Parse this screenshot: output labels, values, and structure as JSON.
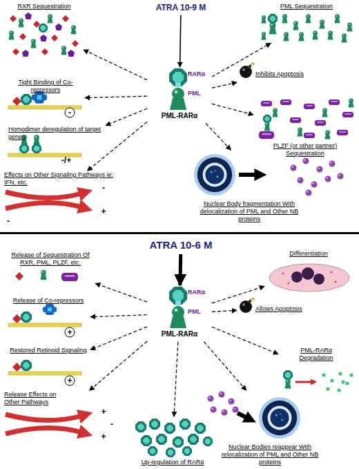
{
  "diagram": {
    "nodes": [
      {
        "text": [
          "ATRA 10-9 M"
        ]
      },
      {
        "text": [
          "RARα",
          "PML",
          "PML-RARα"
        ]
      },
      {
        "text": [
          "RXR Sequestration"
        ]
      },
      {
        "text": [
          "Tight Binding of Co-repressors"
        ]
      },
      {
        "text": [
          "Homodimer deregulation of target genes"
        ]
      },
      {
        "text": [
          "Effects on Other Signaling Pathways ie: IFN, etc."
        ]
      },
      {
        "text": [
          "PML Sequestration"
        ]
      },
      {
        "text": [
          "Inhibits Apoptosis"
        ]
      },
      {
        "text": [
          "PLZF (or other partner) Sequestration"
        ]
      },
      {
        "text": [
          "Nuclear Body fragmentation With delocalization of PML and Other NB proteins"
        ]
      },
      {
        "text": [
          "ATRA 10-6 M"
        ]
      },
      {
        "text": [
          "RARα",
          "PML",
          "PML-RARα"
        ]
      },
      {
        "text": [
          "Release of Sequestration Of RXR, PML, PLZF, etc."
        ]
      },
      {
        "text": [
          "Release of Co-repressors"
        ]
      },
      {
        "text": [
          "Restored Retinoid Signaling"
        ]
      },
      {
        "text": [
          "Release Effects on Other Pathways"
        ]
      },
      {
        "text": [
          "Up-regulation of RARα"
        ]
      },
      {
        "text": [
          "Differentiation"
        ]
      },
      {
        "text": [
          "Allows Apoptosis"
        ]
      },
      {
        "text": [
          "PML-RARα Degradation"
        ]
      },
      {
        "text": [
          "Nuclear Bodies reappear With relocalization of PML and Other NB proteins"
        ]
      }
    ],
    "edges": [
      {
        "from": 0,
        "to": 1,
        "arrow": "to"
      },
      {
        "from": 1,
        "to": 2,
        "arrow": "to"
      },
      {
        "from": 1,
        "to": 3,
        "arrow": "to"
      },
      {
        "from": 1,
        "to": 4,
        "arrow": "to"
      },
      {
        "from": 1,
        "to": 5,
        "arrow": "to"
      },
      {
        "from": 1,
        "to": 6,
        "arrow": "to"
      },
      {
        "from": 1,
        "to": 7,
        "arrow": "to"
      },
      {
        "from": 1,
        "to": 8,
        "arrow": "to"
      },
      {
        "from": 1,
        "to": 9,
        "arrow": "to"
      },
      {
        "from": 10,
        "to": 11,
        "arrow": "to"
      },
      {
        "from": 11,
        "to": 12,
        "arrow": "to"
      },
      {
        "from": 11,
        "to": 13,
        "arrow": "to"
      },
      {
        "from": 11,
        "to": 14,
        "arrow": "to"
      },
      {
        "from": 11,
        "to": 15,
        "arrow": "to"
      },
      {
        "from": 11,
        "to": 16,
        "arrow": "to"
      },
      {
        "from": 11,
        "to": 17,
        "arrow": "to"
      },
      {
        "from": 11,
        "to": 18,
        "arrow": "to"
      },
      {
        "from": 11,
        "to": 19,
        "arrow": "to"
      },
      {
        "from": 11,
        "to": 20,
        "arrow": "to"
      }
    ],
    "labels": [
      "-",
      "-/+",
      "-",
      "+",
      "-",
      "+",
      "+",
      "+",
      "-",
      "+"
    ]
  }
}
